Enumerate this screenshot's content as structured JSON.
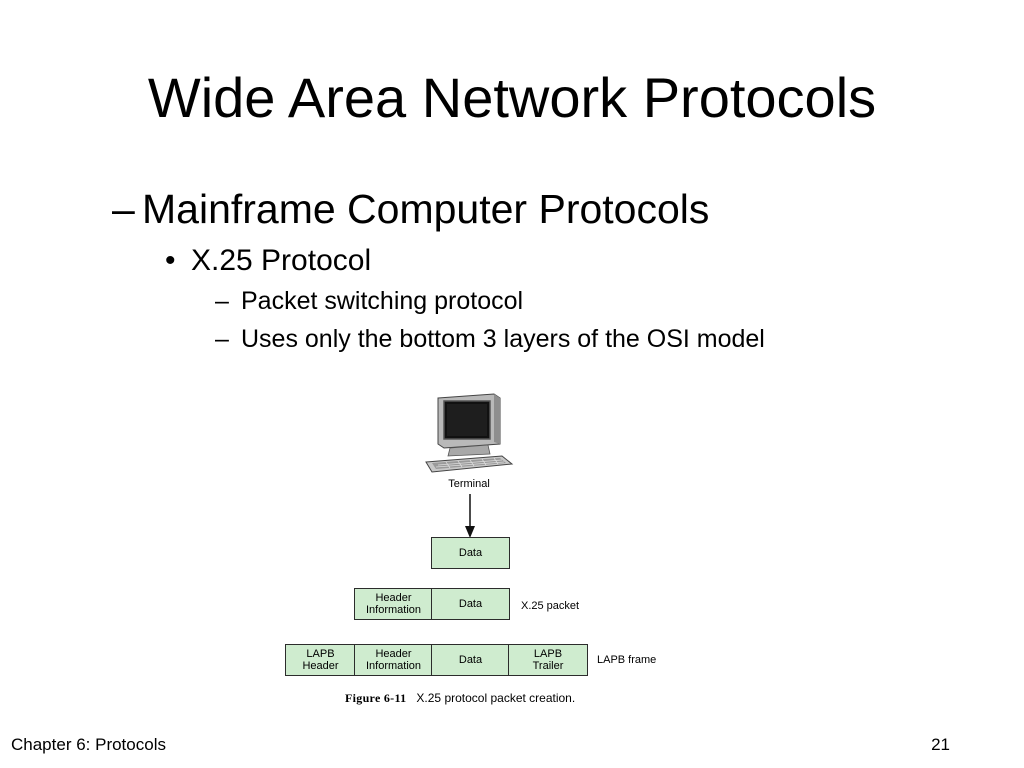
{
  "slide": {
    "title": "Wide Area Network Protocols",
    "level1": {
      "marker": "–",
      "text": "Mainframe Computer Protocols"
    },
    "level2": {
      "marker": "•",
      "text": "X.25 Protocol"
    },
    "level3": [
      {
        "marker": "–",
        "text": "Packet switching protocol"
      },
      {
        "marker": "–",
        "text": "Uses only the bottom 3 layers of the OSI model"
      }
    ]
  },
  "figure": {
    "terminal_label": "Terminal",
    "row1": {
      "data": "Data"
    },
    "row2": {
      "header": "Header\nInformation",
      "data": "Data",
      "label": "X.25 packet"
    },
    "row3": {
      "lapb_header": "LAPB\nHeader",
      "header": "Header\nInformation",
      "data": "Data",
      "lapb_trailer": "LAPB\nTrailer",
      "label": "LAPB frame"
    },
    "caption_number": "Figure 6-11",
    "caption_text": "X.25 protocol packet creation.",
    "colors": {
      "box_fill": "#cfeccf",
      "box_border": "#2c2c2c"
    }
  },
  "footer": {
    "left": "Chapter 6:  Protocols",
    "right": "21"
  }
}
